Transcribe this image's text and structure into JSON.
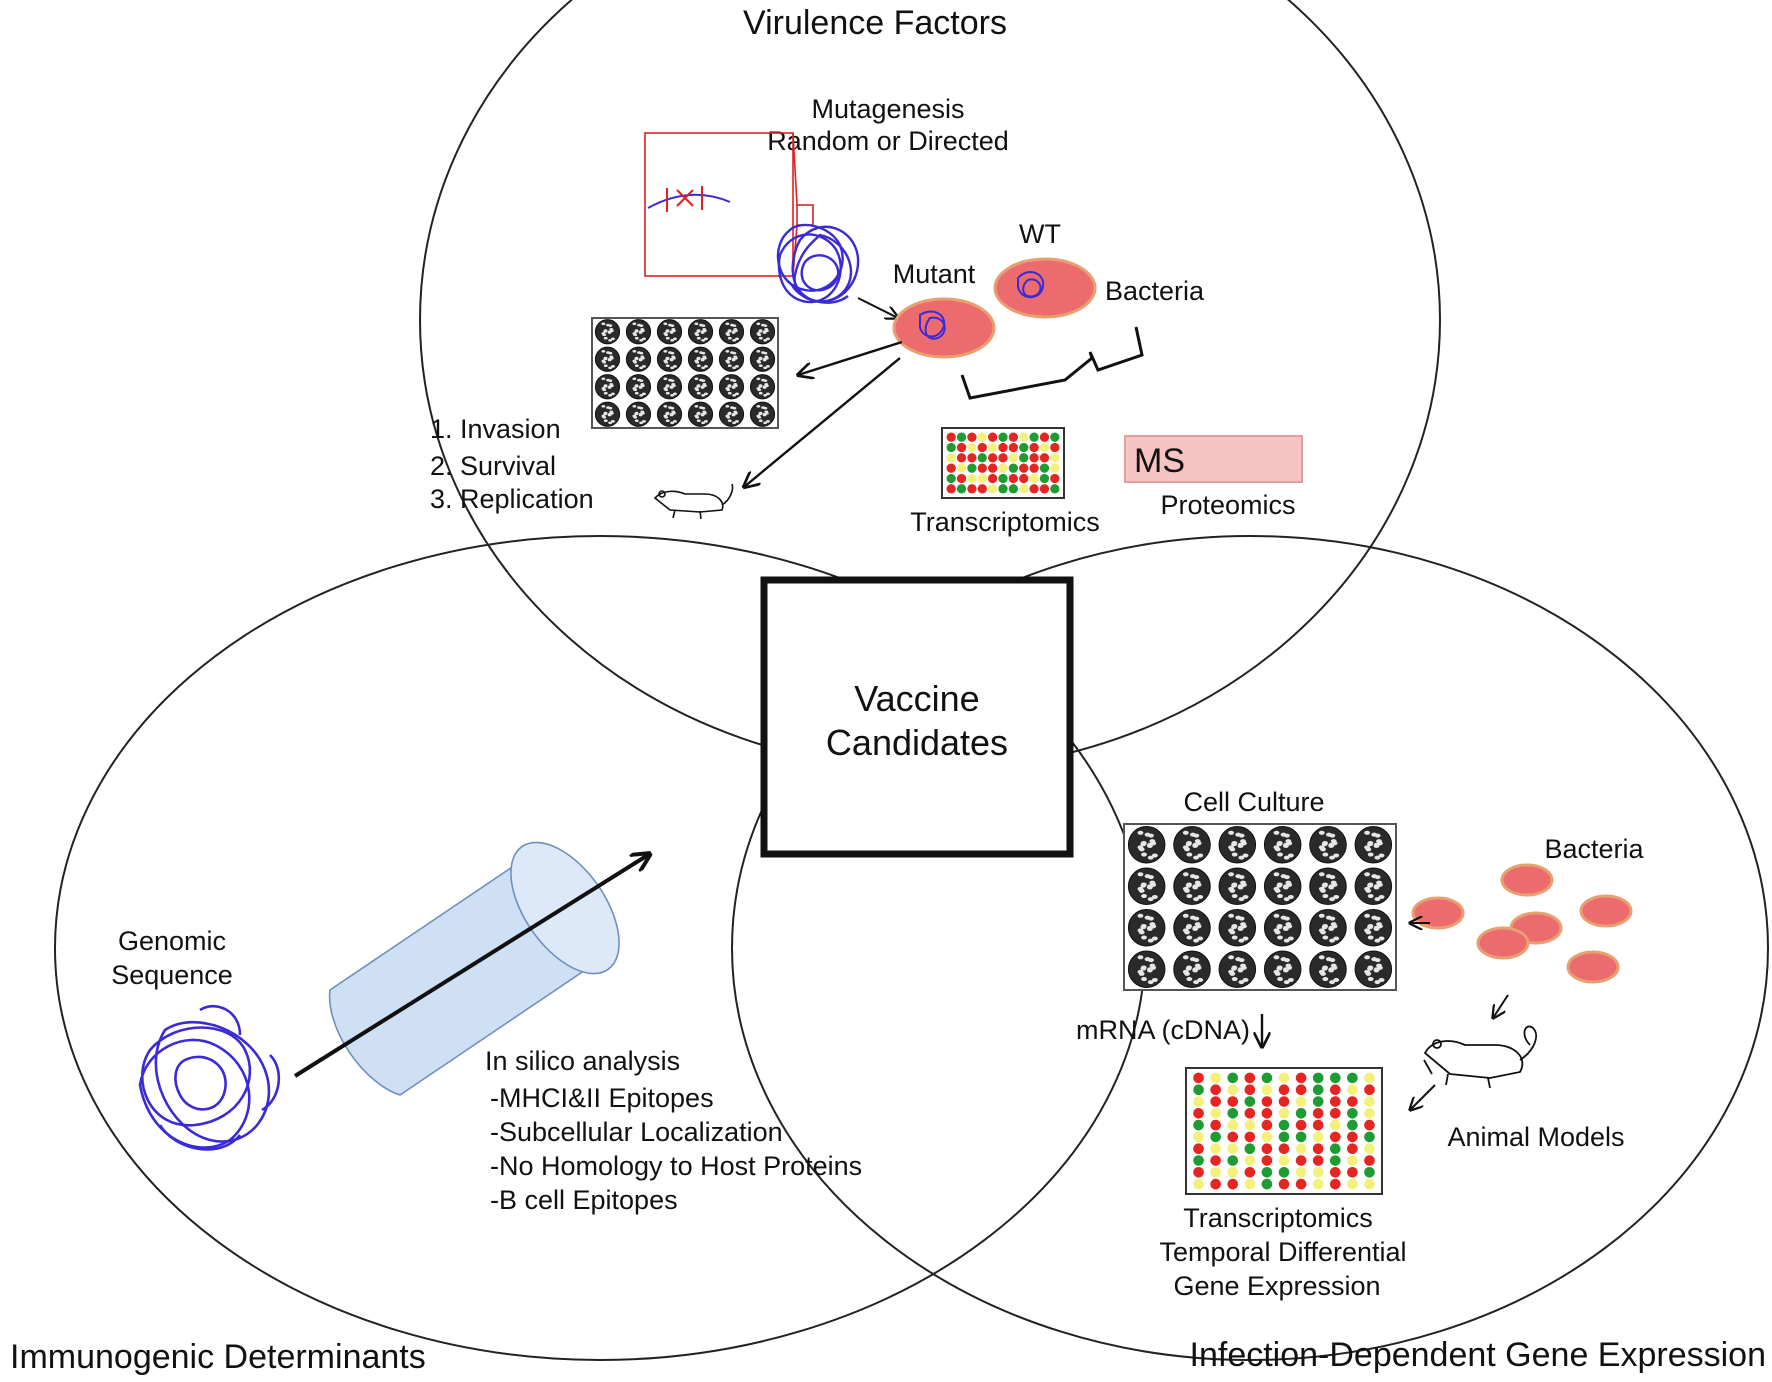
{
  "circles": {
    "top": {
      "title": "Virulence Factors",
      "mutagenesis": [
        "Mutagenesis",
        "Random or Directed"
      ],
      "mutant": "Mutant",
      "wt": "WT",
      "bacteria": "Bacteria",
      "steps": [
        "1. Invasion",
        "2. Survival",
        "3. Replication"
      ],
      "ms": "MS",
      "proteomics": "Proteomics",
      "transcriptomics": "Transcriptomics"
    },
    "left": {
      "title": "Immunogenic Determinants",
      "genomic": [
        "Genomic",
        "Sequence"
      ],
      "analysis_title": "In silico analysis",
      "analysis_items": [
        "-MHCI&II Epitopes",
        "-Subcellular Localization",
        "-No Homology to Host Proteins",
        "-B cell Epitopes"
      ]
    },
    "right": {
      "title": "Infection-Dependent Gene Expression",
      "cell_culture": "Cell Culture",
      "bacteria": "Bacteria",
      "mrna": "mRNA (cDNA)",
      "animal_models": "Animal Models",
      "transcriptomics": [
        "Transcriptomics",
        "Temporal Differential",
        "Gene Expression"
      ]
    }
  },
  "center": [
    "Vaccine",
    "Candidates"
  ],
  "colors": {
    "dna": "#3a2bd6",
    "bacteria_fill": "#ec6b6f",
    "bacteria_stroke": "#e8a070",
    "cylinder": "#cfe0f5",
    "cylinder_stroke": "#6f8fc0",
    "zoom_box": "#e02020",
    "ms_box": "#f7c4c4",
    "heat_red": "#e52521",
    "heat_green": "#1f9b33",
    "heat_yellow": "#f3f07c"
  },
  "heatmap_small": [
    "RGRYRGRYGRG",
    "GRYRYRRGRYR",
    "YRRGRRYGRRY",
    "RYGRRYGRRGY",
    "GRYYRGRRYGR",
    "RGRRYGGYRRG"
  ],
  "heatmap_large": [
    "RYGRGYRGGGY",
    "GRYRYRRGRYR",
    "YRRGRRYGRRY",
    "RYGRRYGRRGY",
    "GRYYRGRRYGR",
    "YGRRYGGYRRG",
    "RYYGRRYRGRY",
    "GRGYRYRRGYR",
    "RYYRGGYYRRG",
    "YRRYGRRYRYY"
  ]
}
